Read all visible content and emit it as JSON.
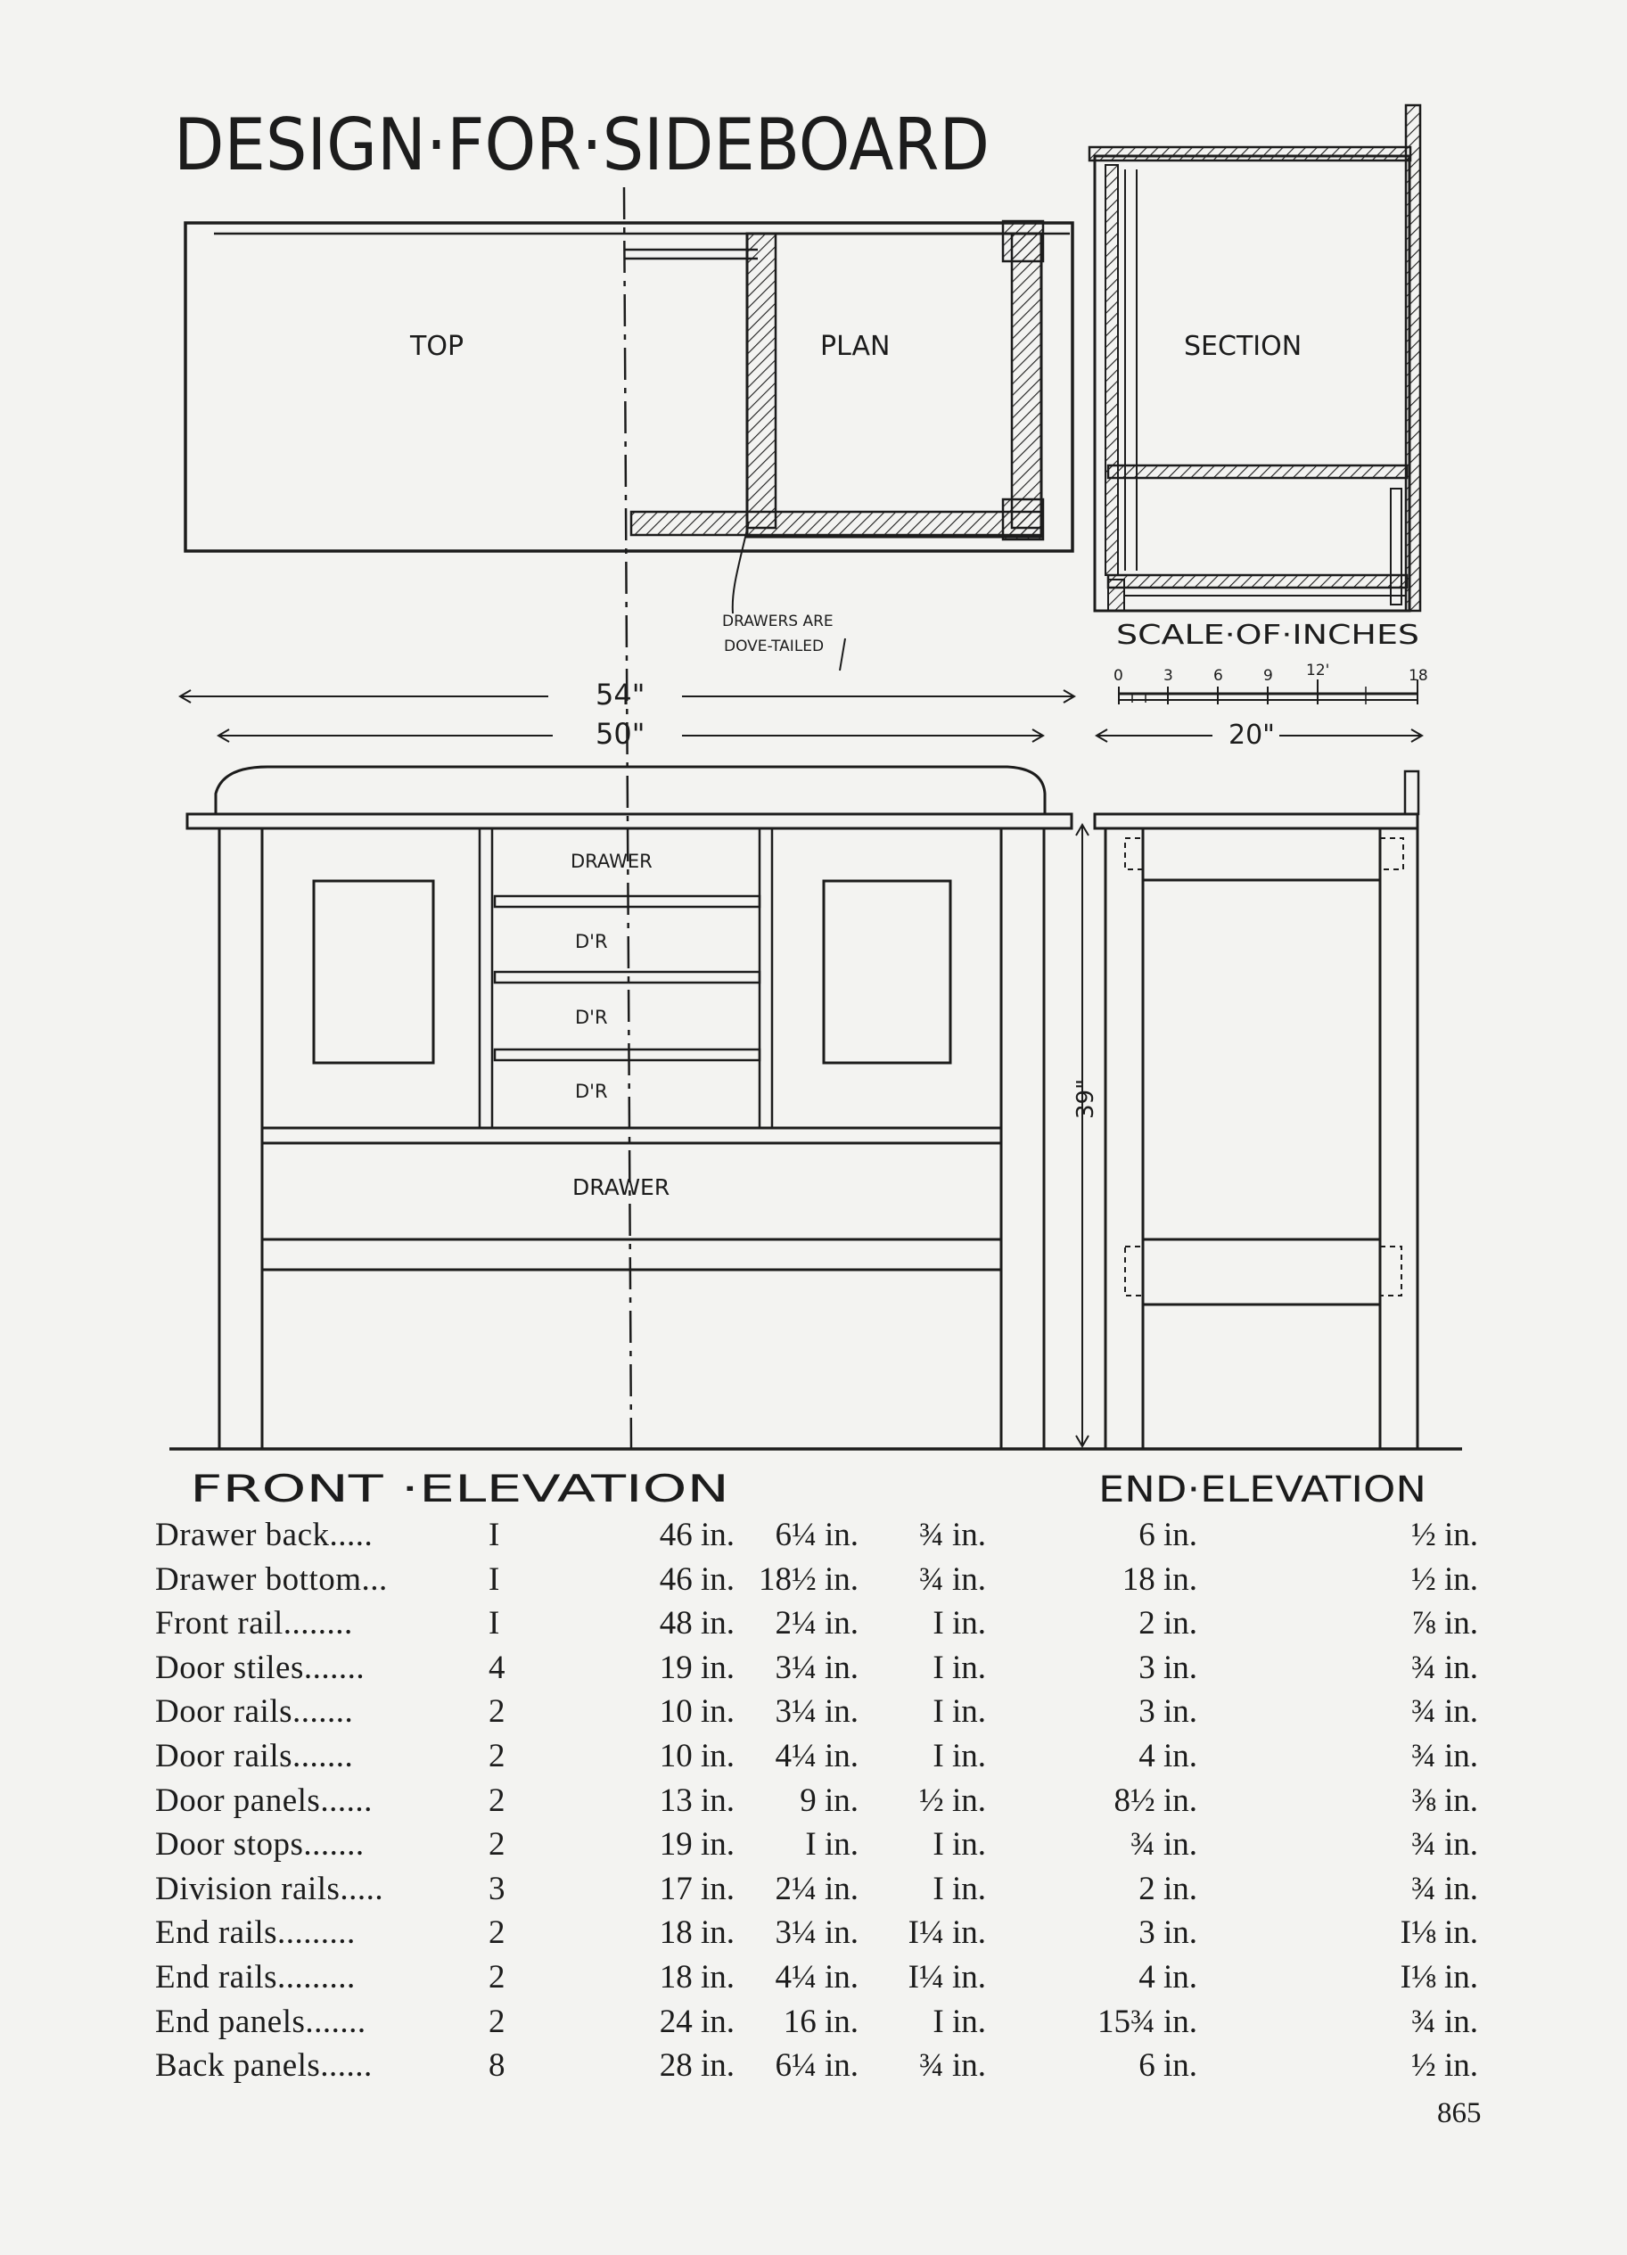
{
  "title": "DESIGN·FOR·SIDEBOARD",
  "plan": {
    "top_label": "TOP",
    "plan_label": "PLAN",
    "section_label": "SECTION",
    "note_line1": "DRAWERS ARE",
    "note_line2": "DOVE-TAILED"
  },
  "scale": {
    "label": "SCALE·OF·INCHES",
    "ticks": [
      "0",
      "3",
      "6",
      "9",
      "12'",
      "18"
    ]
  },
  "dimensions": {
    "top_width": "54\"",
    "body_width": "50\"",
    "depth": "20\"",
    "height": "39\""
  },
  "front_elevation": {
    "label": "FRONT ·ELEVATION",
    "drawer_top": "DRAWER",
    "drawer_small_1": "D'R",
    "drawer_small_2": "D'R",
    "drawer_small_3": "D'R",
    "drawer_bottom": "DRAWER"
  },
  "end_elevation": {
    "label": "END·ELEVATION"
  },
  "cut_list": [
    {
      "name": "Drawer back.....",
      "qty": "I",
      "length": "46 in.",
      "width": "6¼ in.",
      "thickness": "¾ in.",
      "width2": "6 in.",
      "thickness2": "½ in."
    },
    {
      "name": "Drawer bottom...",
      "qty": "I",
      "length": "46 in.",
      "width": "18½ in.",
      "thickness": "¾ in.",
      "width2": "18 in.",
      "thickness2": "½ in."
    },
    {
      "name": "Front rail........",
      "qty": "I",
      "length": "48 in.",
      "width": "2¼ in.",
      "thickness": "I in.",
      "width2": "2 in.",
      "thickness2": "⅞ in."
    },
    {
      "name": "Door stiles.......",
      "qty": "4",
      "length": "19 in.",
      "width": "3¼ in.",
      "thickness": "I in.",
      "width2": "3 in.",
      "thickness2": "¾ in."
    },
    {
      "name": "Door rails.......",
      "qty": "2",
      "length": "10 in.",
      "width": "3¼ in.",
      "thickness": "I in.",
      "width2": "3 in.",
      "thickness2": "¾ in."
    },
    {
      "name": "Door rails.......",
      "qty": "2",
      "length": "10 in.",
      "width": "4¼ in.",
      "thickness": "I in.",
      "width2": "4 in.",
      "thickness2": "¾ in."
    },
    {
      "name": "Door panels......",
      "qty": "2",
      "length": "13 in.",
      "width": "9 in.",
      "thickness": "½ in.",
      "width2": "8½ in.",
      "thickness2": "⅜ in."
    },
    {
      "name": "Door stops.......",
      "qty": "2",
      "length": "19 in.",
      "width": "I in.",
      "thickness": "I in.",
      "width2": "¾ in.",
      "thickness2": "¾ in."
    },
    {
      "name": "Division rails.....",
      "qty": "3",
      "length": "17 in.",
      "width": "2¼ in.",
      "thickness": "I in.",
      "width2": "2 in.",
      "thickness2": "¾ in."
    },
    {
      "name": "End rails.........",
      "qty": "2",
      "length": "18 in.",
      "width": "3¼ in.",
      "thickness": "I¼ in.",
      "width2": "3 in.",
      "thickness2": "I⅛ in."
    },
    {
      "name": "End rails.........",
      "qty": "2",
      "length": "18 in.",
      "width": "4¼ in.",
      "thickness": "I¼ in.",
      "width2": "4 in.",
      "thickness2": "I⅛ in."
    },
    {
      "name": "End panels.......",
      "qty": "2",
      "length": "24 in.",
      "width": "16 in.",
      "thickness": "I in.",
      "width2": "15¾ in.",
      "thickness2": "¾ in."
    },
    {
      "name": "Back panels......",
      "qty": "8",
      "length": "28 in.",
      "width": "6¼ in.",
      "thickness": "¾ in.",
      "width2": "6 in.",
      "thickness2": "½ in."
    }
  ],
  "page_number": "865"
}
